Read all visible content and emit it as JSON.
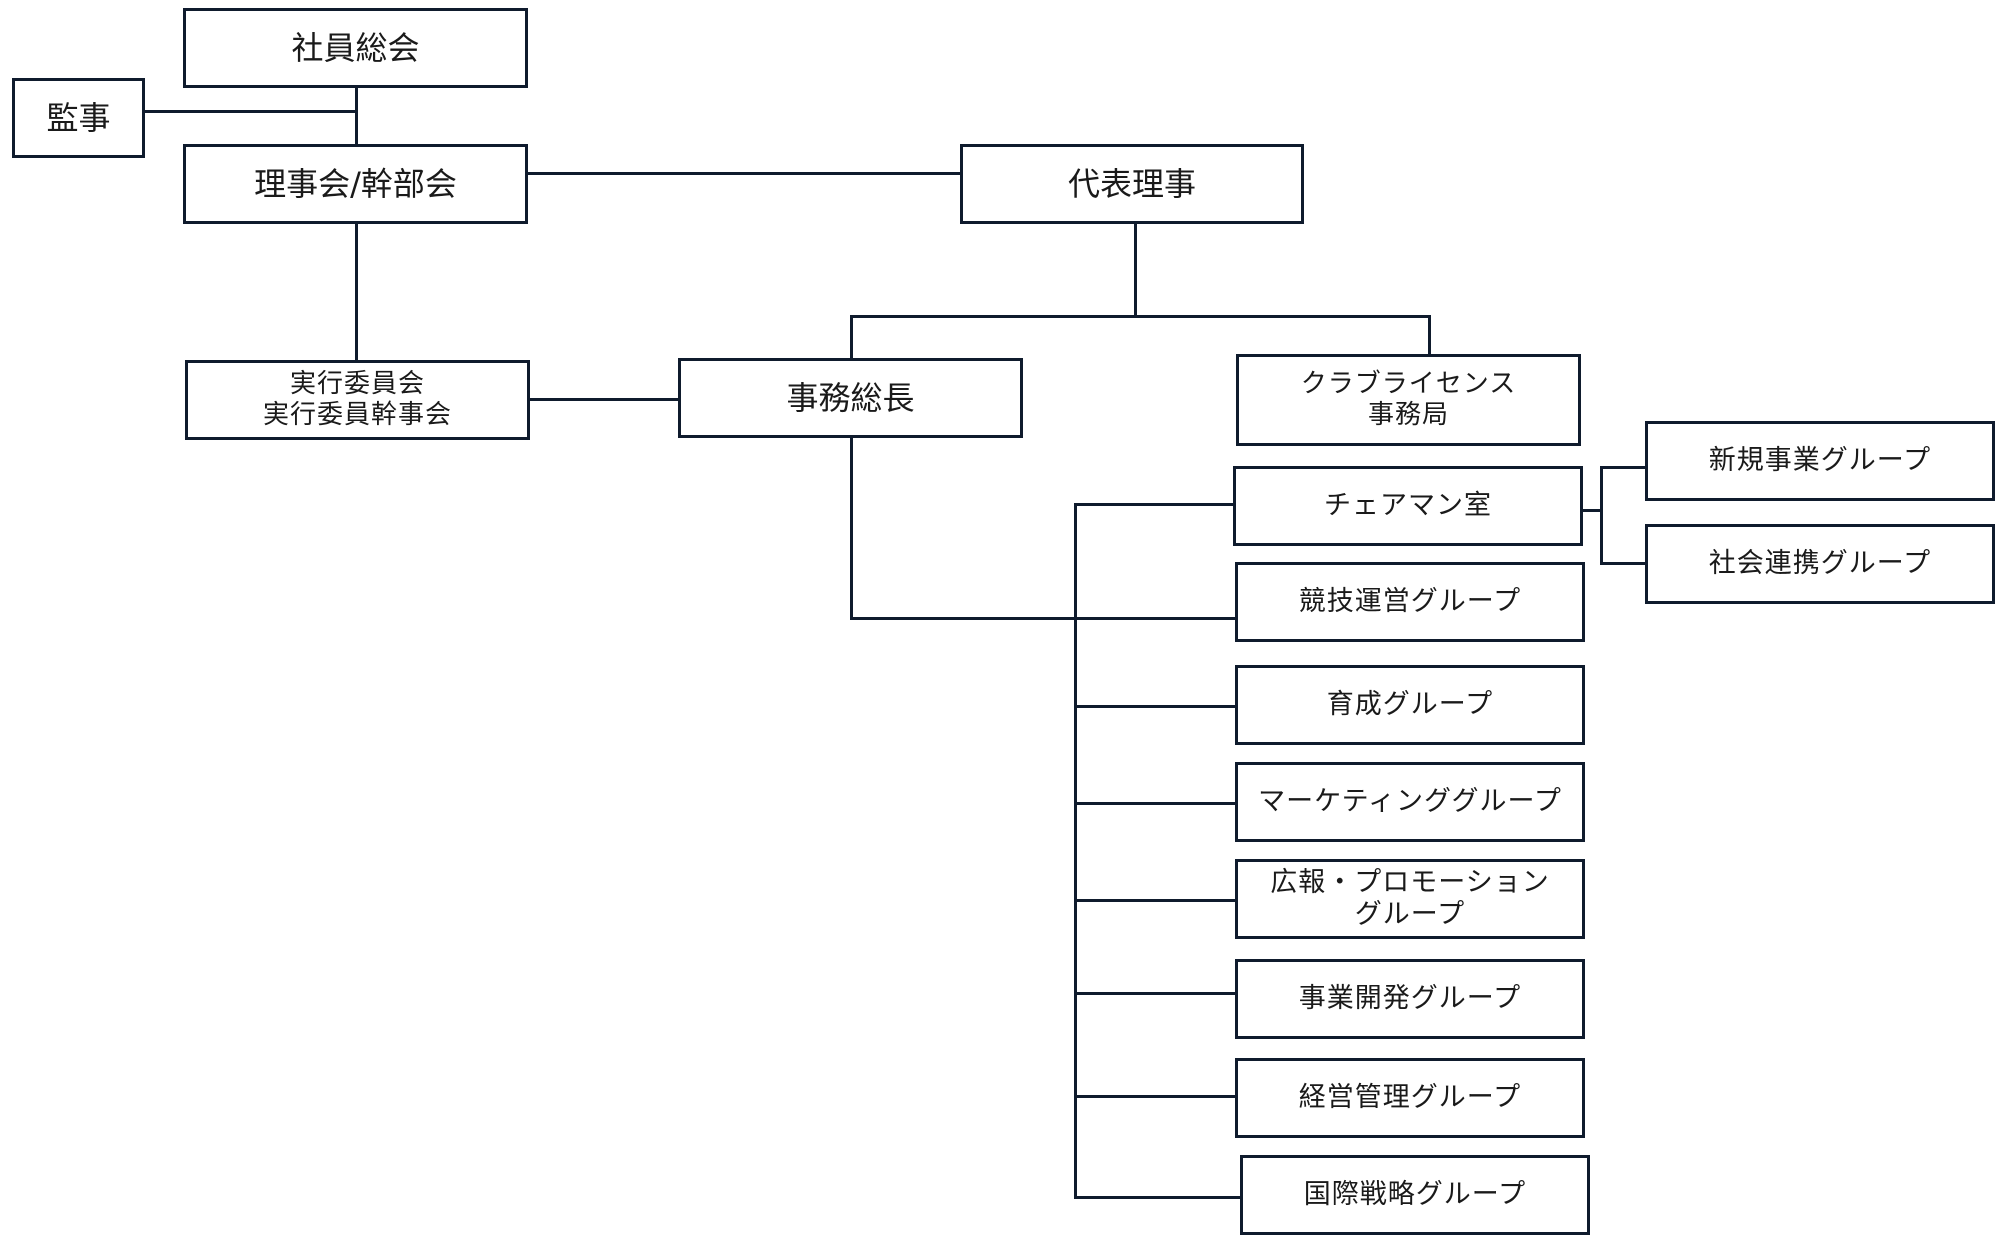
{
  "org_chart": {
    "general_meeting": "社員総会",
    "auditor": "監事",
    "board": "理事会/幹部会",
    "representative_director": "代表理事",
    "executive_committee": [
      "実行委員会",
      "実行委員幹事会"
    ],
    "secretary_general": "事務総長",
    "club_license_office": [
      "クラブライセンス",
      "事務局"
    ],
    "chairman_office": "チェアマン室",
    "new_business_group": "新規事業グループ",
    "social_partnership_group": "社会連携グループ",
    "competition_operations_group": "競技運営グループ",
    "development_group": "育成グループ",
    "marketing_group": "マーケティンググループ",
    "pr_promotion_group": [
      "広報・プロモーション",
      "グループ"
    ],
    "business_development_group": "事業開発グループ",
    "management_admin_group": "経営管理グループ",
    "international_strategy_group": "国際戦略グループ"
  },
  "colors": {
    "line": "#0f1b2d",
    "text": "#1a1a1a",
    "background": "#ffffff"
  }
}
